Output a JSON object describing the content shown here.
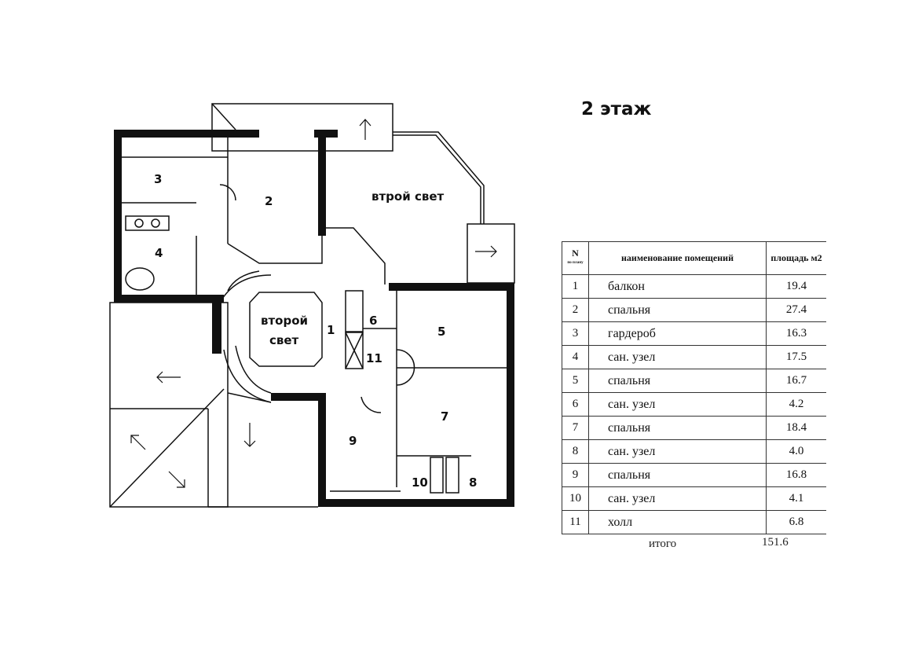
{
  "title": "2 этаж",
  "plan_labels": {
    "r1": "1",
    "r2": "2",
    "r3": "3",
    "r4": "4",
    "r5": "5",
    "r6": "6",
    "r7": "7",
    "r8": "8",
    "r9": "9",
    "r10": "10",
    "r11": "11",
    "second_light_1": "второй",
    "second_light_2": "свет",
    "second_light_top": "втрой свет"
  },
  "table": {
    "headers": {
      "num": "N",
      "num_sub": "по плану",
      "name": "наименование помещений",
      "area": "площадь м2"
    },
    "rows": [
      {
        "n": "1",
        "name": "балкон",
        "area": "19.4"
      },
      {
        "n": "2",
        "name": "спальня",
        "area": "27.4"
      },
      {
        "n": "3",
        "name": "гардероб",
        "area": "16.3"
      },
      {
        "n": "4",
        "name": "сан. узел",
        "area": "17.5"
      },
      {
        "n": "5",
        "name": "спальня",
        "area": "16.7"
      },
      {
        "n": "6",
        "name": "сан. узел",
        "area": "4.2"
      },
      {
        "n": "7",
        "name": "спальня",
        "area": "18.4"
      },
      {
        "n": "8",
        "name": "сан. узел",
        "area": "4.0"
      },
      {
        "n": "9",
        "name": "спальня",
        "area": "16.8"
      },
      {
        "n": "10",
        "name": "сан. узел",
        "area": "4.1"
      },
      {
        "n": "11",
        "name": "холл",
        "area": "6.8"
      }
    ],
    "total_label": "итого",
    "total_value": "151.6"
  }
}
